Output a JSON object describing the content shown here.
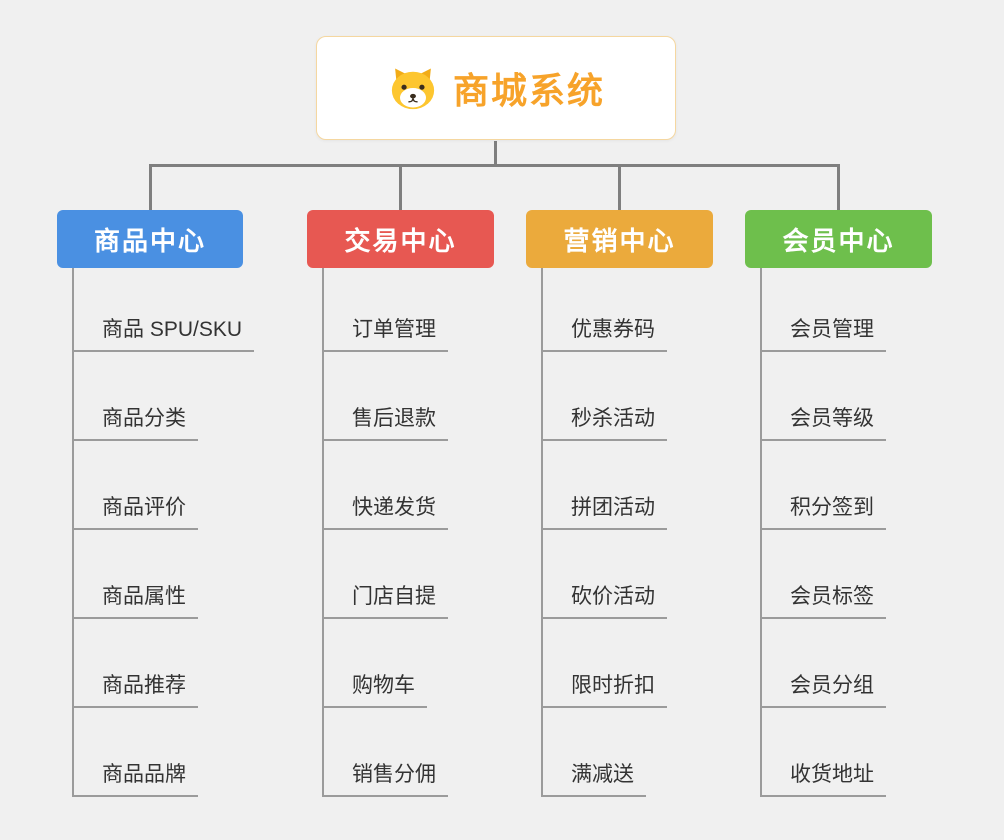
{
  "page": {
    "background": "#f0f0f0"
  },
  "root": {
    "title": "商城系统",
    "icon": "dog-icon",
    "title_color": "#f7a32a",
    "border_color": "#f5d7a0"
  },
  "branches": [
    {
      "label": "商品中心",
      "color": "#4a90e2",
      "children": [
        "商品 SPU/SKU",
        "商品分类",
        "商品评价",
        "商品属性",
        "商品推荐",
        "商品品牌"
      ]
    },
    {
      "label": "交易中心",
      "color": "#e75852",
      "children": [
        "订单管理",
        "售后退款",
        "快递发货",
        "门店自提",
        "购物车",
        "销售分佣"
      ]
    },
    {
      "label": "营销中心",
      "color": "#ebaa3c",
      "children": [
        "优惠券码",
        "秒杀活动",
        "拼团活动",
        "砍价活动",
        "限时折扣",
        "满减送"
      ]
    },
    {
      "label": "会员中心",
      "color": "#6ebf4c",
      "children": [
        "会员管理",
        "会员等级",
        "积分签到",
        "会员标签",
        "会员分组",
        "收货地址"
      ]
    }
  ],
  "connector_color": "#7f7f7f",
  "leaf_line_color": "#9b9b9b"
}
